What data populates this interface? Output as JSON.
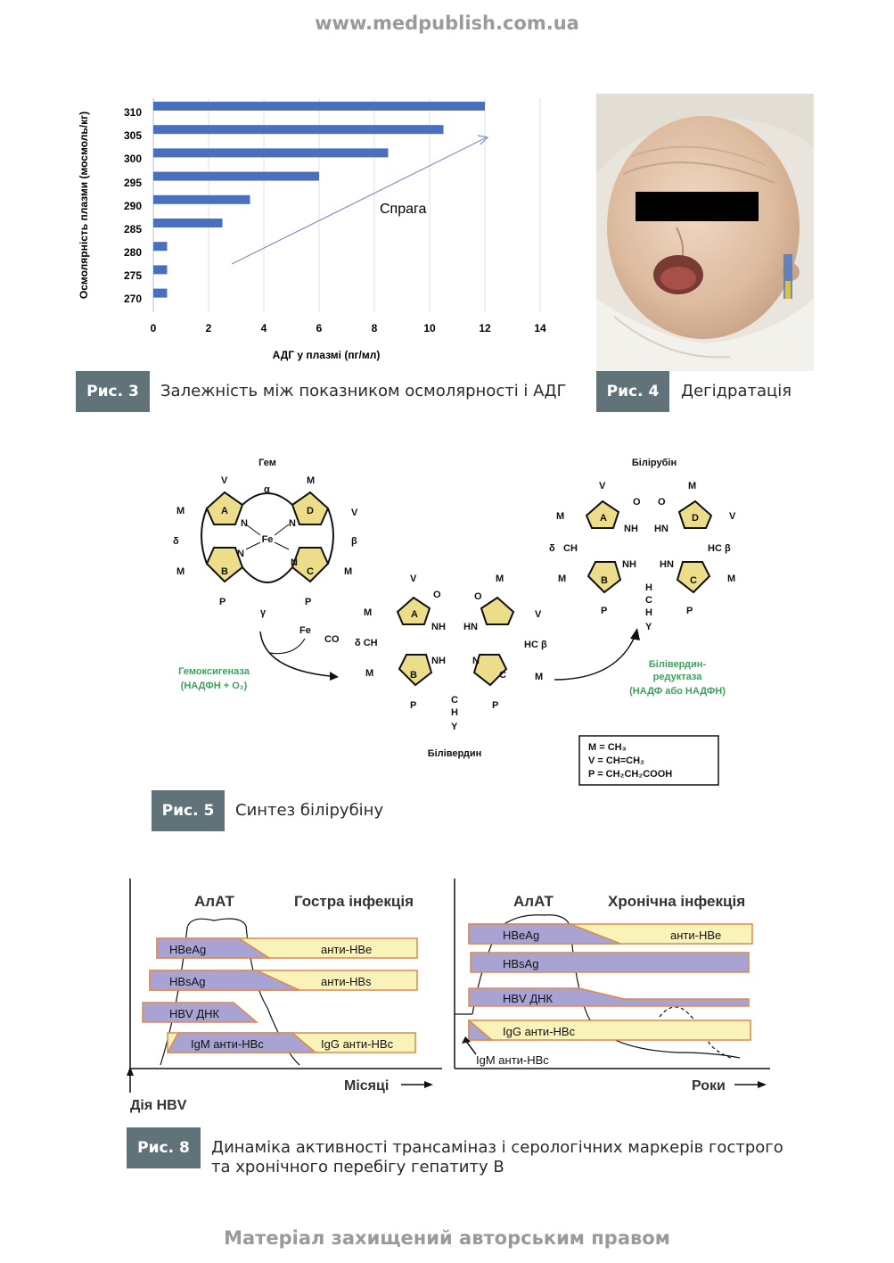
{
  "header": {
    "site": "www.medpublish.com.ua"
  },
  "footer": {
    "notice": "Матеріал захищений авторським правом"
  },
  "fig3": {
    "label": "Рис. 3",
    "caption": "Залежність між показником осмолярності і АДГ",
    "annotation": "Спрага",
    "chart_data": {
      "type": "bar",
      "orientation": "horizontal",
      "categories": [
        "310",
        "305",
        "300",
        "295",
        "290",
        "285",
        "280",
        "275",
        "270"
      ],
      "values": [
        12,
        10.5,
        8.5,
        6,
        3.5,
        2.5,
        0.5,
        0.5,
        0.5
      ],
      "xlabel": "АДГ у плазмі (пг/мл)",
      "ylabel": "Осмолярність плазми (мосмоль/кг)",
      "xlim": [
        0,
        14
      ],
      "xticks": [
        "0",
        "2",
        "4",
        "6",
        "8",
        "10",
        "12",
        "14"
      ],
      "grid": true,
      "bar_color": "#4a6fbf"
    }
  },
  "fig4": {
    "label": "Рис. 4",
    "caption": "Дегідратація"
  },
  "fig5": {
    "label": "Рис. 5",
    "caption": "Синтез білірубіну",
    "heme": {
      "title": "Гем",
      "rings": [
        "A",
        "B",
        "C",
        "D"
      ],
      "fe": "Fe",
      "sub_m": "M",
      "sub_v": "V",
      "sub_p": "P",
      "n": "N",
      "alpha": "α",
      "beta": "β",
      "gamma": "γ",
      "delta": "δ"
    },
    "biliverdin": {
      "title": "Білівердин",
      "nh": "NH",
      "hn": "HN",
      "o": "O",
      "dch": "δ CH",
      "hcb": "HC β",
      "c": "C",
      "h": "H",
      "y": "Y",
      "n": "N"
    },
    "bilirubin": {
      "title": "Білірубін",
      "ch": "CH",
      "hc": "HC β"
    },
    "enzyme1": {
      "line1": "Гемоксигеназа",
      "line2": "(НАДФН + O₂)"
    },
    "enzyme2": {
      "line1": "Білівердин-",
      "line2": "редуктаза",
      "line3": "(НАДФ або НАДФН)"
    },
    "released": {
      "fe": "Fe",
      "co": "CO"
    },
    "legend": [
      "M = CH₃",
      "V = CH=CH₂",
      "P = CH₂CH₂COOH"
    ]
  },
  "fig8": {
    "label": "Рис. 8",
    "caption_line1": "Динаміка активності трансаміназ і серологічних маркерів гострого",
    "caption_line2": "та хронічного перебігу гепатиту В",
    "acute": {
      "alat": "АлАТ",
      "title": "Гостра інфекція",
      "hbeag": "HBeAg",
      "anti_hbe": "анти-HBe",
      "hbsag": "HBsAg",
      "anti_hbs": "анти-HBs",
      "dna": "HBV ДНК",
      "igm": "IgM анти-HBc",
      "igg": "IgG анти-HBc",
      "axis": "Місяці",
      "start": "Дія HBV"
    },
    "chronic": {
      "alat": "АлАТ",
      "title": "Хронічна інфекція",
      "hbeag": "HBeAg",
      "anti_hbe": "анти-HBe",
      "hbsag": "HBsAg",
      "dna": "HBV ДНК",
      "igg": "IgG анти-HBc",
      "igm": "IgM анти-HBc",
      "axis": "Роки"
    },
    "colors": {
      "antigen": "#a9a3d4",
      "antibody": "#faf3b9",
      "border": "#e0894a"
    }
  }
}
